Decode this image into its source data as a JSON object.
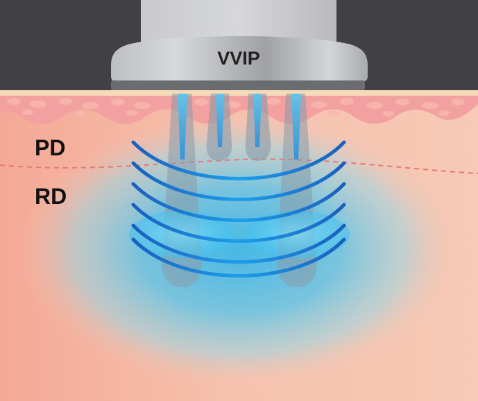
{
  "device": {
    "label": "VVIP"
  },
  "layers": {
    "papillary_dermis": "PD",
    "reticular_dermis": "RD"
  },
  "colors": {
    "device_top_bg": "#414042",
    "skin_surface": "#f5dab8",
    "epidermis": "#f2a0a0",
    "epidermis_cells": "#f7b8b0",
    "dermis": "#f6c6b4",
    "energy_blue": "#1a7fd6",
    "energy_glow": "#5bc6ee",
    "boundary_line": "#e97575"
  },
  "energy": {
    "needle_count": 4,
    "arc_count": 6
  }
}
